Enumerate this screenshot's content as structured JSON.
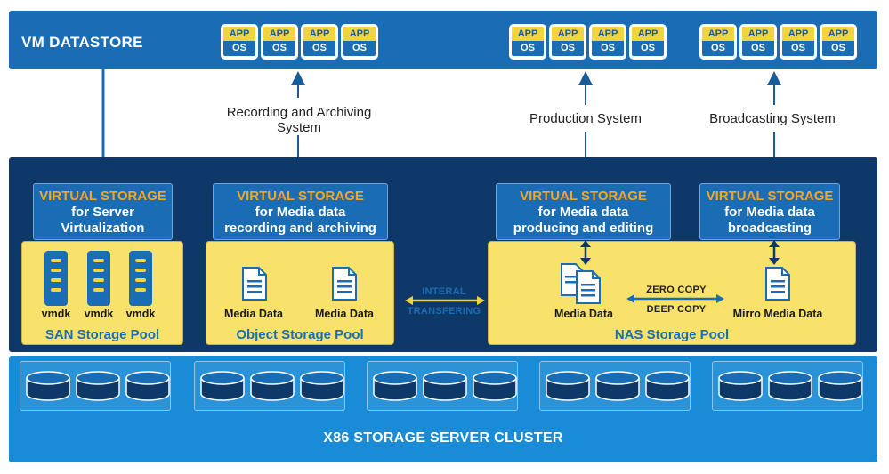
{
  "vm_datastore": {
    "title": "VM DATASTORE",
    "chip_app": "APP",
    "chip_os": "OS"
  },
  "systems": {
    "recording": "Recording and Archiving System",
    "production": "Production System",
    "broadcasting": "Broadcasting System"
  },
  "virtual_storage": [
    {
      "title": "VIRTUAL STORAGE",
      "line1": "for Server",
      "line2": "Virtualization"
    },
    {
      "title": "VIRTUAL STORAGE",
      "line1": "for Media data",
      "line2": "recording and archiving"
    },
    {
      "title": "VIRTUAL STORAGE",
      "line1": "for Media data",
      "line2": "producing and editing"
    },
    {
      "title": "VIRTUAL STORAGE",
      "line1": "for Media data",
      "line2": "broadcasting"
    }
  ],
  "pools": {
    "san": {
      "title": "SAN Storage Pool",
      "items": [
        "vmdk",
        "vmdk",
        "vmdk"
      ]
    },
    "object": {
      "title": "Object Storage Pool",
      "items": [
        "Media Data",
        "Media Data"
      ]
    },
    "nas": {
      "title": "NAS Storage Pool",
      "items": [
        "Media Data",
        "Mirro Media Data"
      ]
    }
  },
  "transfer": {
    "line1": "INTERAL",
    "line2": "TRANSFERING"
  },
  "copy": {
    "zero": "ZERO COPY",
    "deep": "DEEP COPY"
  },
  "cluster": {
    "title": "X86 STORAGE SERVER CLUSTER"
  },
  "colors": {
    "brand_blue": "#1a6db4",
    "navy": "#0d3868",
    "light_blue": "#1a8bd6",
    "pool_yellow": "#f8e26b",
    "accent_orange": "#f5a623"
  }
}
